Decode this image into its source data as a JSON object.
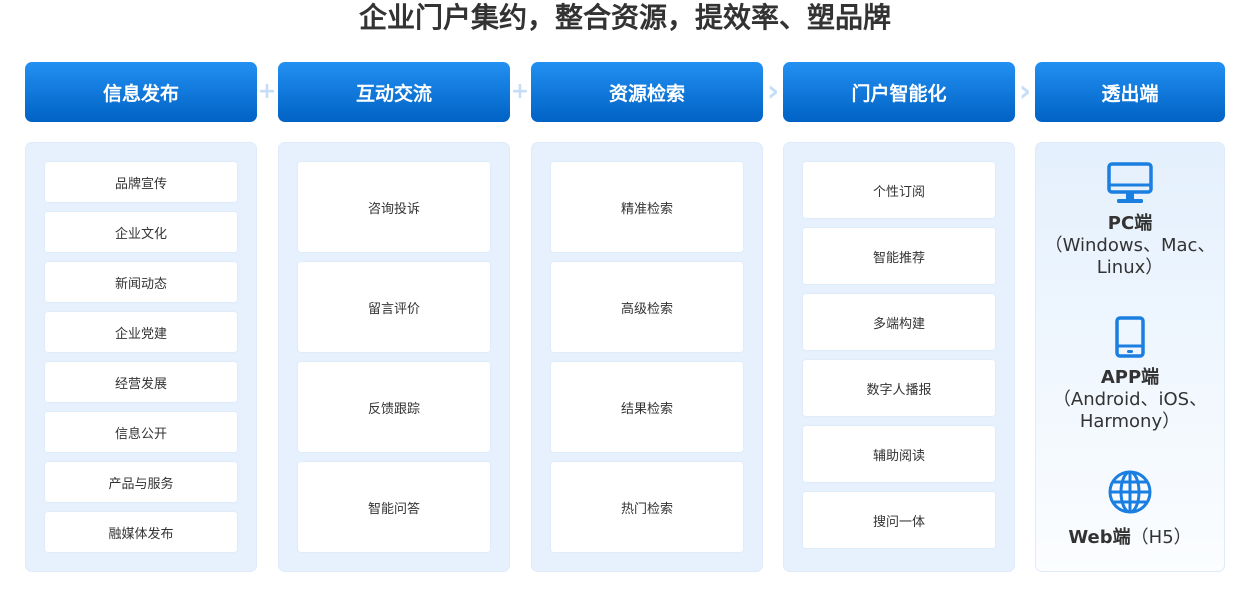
{
  "title": "企业门户集约，整合资源，提效率、塑品牌",
  "columns": [
    {
      "header": "信息发布",
      "items": [
        "品牌宣传",
        "企业文化",
        "新闻动态",
        "企业党建",
        "经营发展",
        "信息公开",
        "产品与服务",
        "融媒体发布"
      ]
    },
    {
      "header": "互动交流",
      "items": [
        "咨询投诉",
        "留言评价",
        "反馈跟踪",
        "智能问答"
      ]
    },
    {
      "header": "资源检索",
      "items": [
        "精准检索",
        "高级检索",
        "结果检索",
        "热门检索"
      ]
    },
    {
      "header": "门户智能化",
      "items": [
        "个性订阅",
        "智能推荐",
        "多端构建",
        "数字人播报",
        "辅助阅读",
        "搜问一体"
      ]
    },
    {
      "header": "透出端",
      "endpoints": [
        {
          "name": "PC端",
          "desc": "（Windows、Mac、Linux）",
          "icon": "monitor-icon"
        },
        {
          "name": "APP端",
          "desc": "（Android、iOS、Harmony）",
          "icon": "tablet-icon"
        },
        {
          "name": "Web端",
          "desc": "（H5）",
          "icon": "globe-icon"
        }
      ]
    }
  ],
  "connectors": [
    "+",
    "+",
    "›",
    "›"
  ],
  "colors": {
    "accent": "#1a7fe0",
    "panel": "#e6f1fd"
  }
}
